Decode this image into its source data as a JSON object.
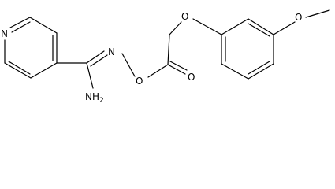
{
  "molecule": {
    "atom_labels": {
      "pyridine_n": "N",
      "imine_n": "N",
      "ester_o": "O",
      "carbonyl_o": "O",
      "ether_o": "O",
      "methoxy_o": "O",
      "amine": "NH",
      "amine_subscript": "2"
    }
  }
}
